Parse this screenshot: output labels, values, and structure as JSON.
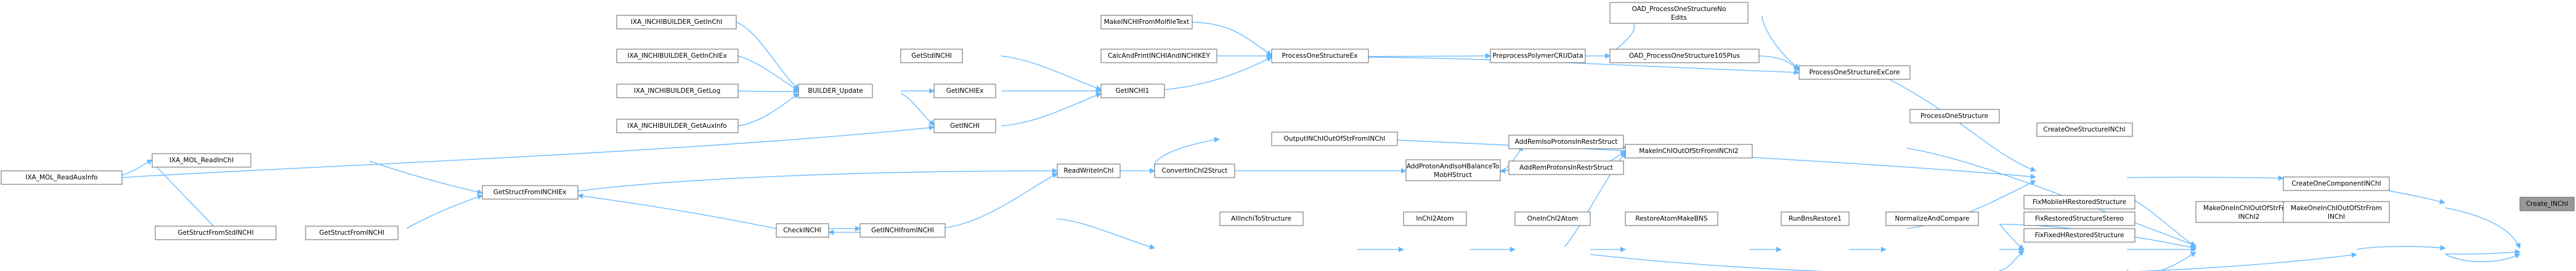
{
  "root": "Create_INChI",
  "nodes": {
    "ixa_read": "IXA_MOL_ReadAuxInfo",
    "ixa_getinchi": "IXA_INCHIBUILDER_GetInChI",
    "ixa_getinchiex": "IXA_INCHIBUILDER_GetInChIEx",
    "ixa_getlog": "IXA_INCHIBUILDER_GetLog",
    "ixa_getauxinfo": "IXA_INCHIBUILDER_GetAuxInfo",
    "builder_update": "BUILDER_Update",
    "getstdinchi": "GetStdINCHI",
    "getinchiex": "GetINCHIEx",
    "getinchi": "GetINCHI",
    "makeinchifrommol": "MakeINCHIFromMolfileText",
    "calcandprint": "CalcAndPrintINCHIAndINCHIKEY",
    "getinchi1": "GetINCHI1",
    "processonestructureex": "ProcessOneStructureEx",
    "preprocesspoly": "PreprocessPolymerCRUData",
    "oad_noedits_1": "OAD_ProcessOneStructureNo",
    "oad_noedits_2": "Edits",
    "oad_105": "OAD_ProcessOneStructure105Plus",
    "processonestructureexcore": "ProcessOneStructureExCore",
    "processonestructure": "ProcessOneStructure",
    "createonestructureinchi": "CreateOneStructureINChI",
    "createonecomponentinchi": "CreateOneComponentINChI",
    "outputinchi": "OutputINChIOutOfStrFromINChI",
    "addremisoprotons": "AddRemIsoProtonsInRestrStruct",
    "addprotonandisoh_1": "AddProtonAndIsoHBalanceTo",
    "addprotonandisoh_2": "MobHStruct",
    "addremprotons": "AddRemProtonsInRestrStruct",
    "makeinchioutofstrfrominchi2": "MakeInChIOutOfStrFromINChI2",
    "ixa_readinchi": "IXA_MOL_ReadInChI",
    "getstructfrominchiex": "GetStructFromINCHIEx",
    "getstructfromstdinchi": "GetStructFromStdINCHI",
    "getstructfrominchi": "GetStructFromINCHI",
    "checkinchi": "CheckINCHI",
    "getinchifrominchi": "GetINCHIfromINCHI",
    "readwriteinchi": "ReadWriteInChI",
    "convertinchi2struct": "ConvertInChI2Struct",
    "allinchitostructure": "AllInchiToStructure",
    "inchi2atom": "InChI2Atom",
    "oneinchi2atom": "OneInChI2Atom",
    "restoreatommakebns": "RestoreAtomMakeBNS",
    "runbnsrestore1": "RunBnsRestore1",
    "normalizeandcompare": "NormalizeAndCompare",
    "fixmobilehrestored": "FixMobileHRestoredStructure",
    "fixrestoredstereo": "FixRestoredStructureStereo",
    "fixfixedhrestored": "FixFixedHRestoredStructure",
    "makeoneinchioutofstrfrominchi2_1": "MakeOneInChIOutOfStrFrom",
    "makeoneinchioutofstrfrominchi2_2": "INChI2",
    "makeoneinchioutofstrfrominchi_1": "MakeOneInChIOutOfStrFrom",
    "makeoneinchioutofstrfrominchi_2": "INChI"
  },
  "colors": {
    "edge": "#63b8ff",
    "node_border": "#666666",
    "root_fill": "#999999"
  }
}
